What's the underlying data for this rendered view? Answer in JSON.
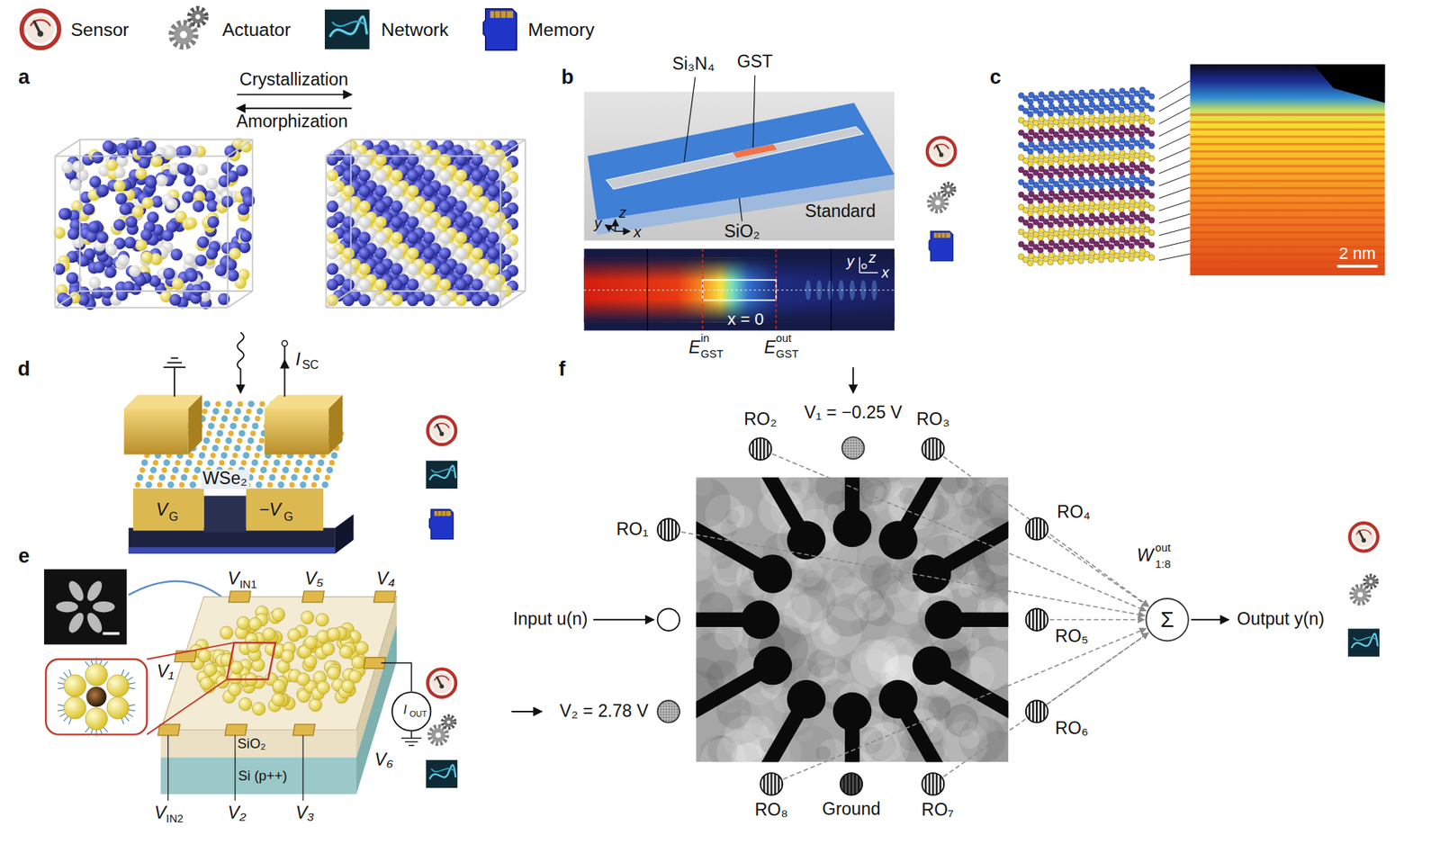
{
  "diagram": {
    "nodes": [
      {
        "text": [
          "I",
          "OUT"
        ]
      },
      {
        "text": [
          "RO₂"
        ]
      },
      {
        "text": [
          "V₁ = −0.25 V"
        ]
      },
      {
        "text": [
          "RO₃"
        ]
      },
      {
        "text": [
          "RO₁"
        ]
      },
      {
        "text": [
          "RO₄"
        ]
      },
      {
        "text": [
          "Input u(n)"
        ]
      },
      {
        "text": [
          "RO₅"
        ]
      },
      {
        "text": [
          "V₂ = 2.78 V"
        ]
      },
      {
        "text": [
          "RO₆"
        ]
      },
      {
        "text": [
          "RO₈"
        ]
      },
      {
        "text": [
          "Ground"
        ]
      },
      {
        "text": [
          "RO₇"
        ]
      },
      {
        "text": [
          "Σ"
        ]
      }
    ],
    "edges": [
      {
        "from": 4,
        "to": 13,
        "arrow": "to"
      },
      {
        "from": 1,
        "to": 13,
        "arrow": "to"
      },
      {
        "from": 3,
        "to": 13,
        "arrow": "to"
      },
      {
        "from": 5,
        "to": 13,
        "arrow": "to"
      },
      {
        "from": 7,
        "to": 13,
        "arrow": "to"
      },
      {
        "from": 9,
        "to": 13,
        "arrow": "to"
      },
      {
        "from": 12,
        "to": 13,
        "arrow": "to"
      },
      {
        "from": 10,
        "to": 13,
        "arrow": "to"
      }
    ],
    "labels": [
      "a",
      "Crystallization",
      "Amorphization",
      "b",
      "Si₃N₄",
      "GST",
      "Standard",
      "SiO₂",
      "y",
      "z",
      "x",
      "y",
      "z",
      "x",
      "x = 0",
      "E",
      "in",
      "GST",
      "E",
      "out",
      "GST",
      "c",
      "2 nm",
      "d",
      "I",
      "SC",
      "WSe₂",
      "V",
      "G",
      "−V",
      "G",
      "e",
      "V",
      "IN1",
      "V₅",
      "V₄",
      "V₁",
      "V₆",
      "SiO₂",
      "Si (p++)",
      "V",
      "IN2",
      "V₂",
      "V₃",
      "f",
      "W",
      "out",
      "1:8",
      "Output y(n)"
    ],
    "legend": [
      {
        "text": "Sensor"
      },
      {
        "text": "Actuator"
      },
      {
        "text": "Network"
      },
      {
        "text": "Memory"
      }
    ]
  }
}
